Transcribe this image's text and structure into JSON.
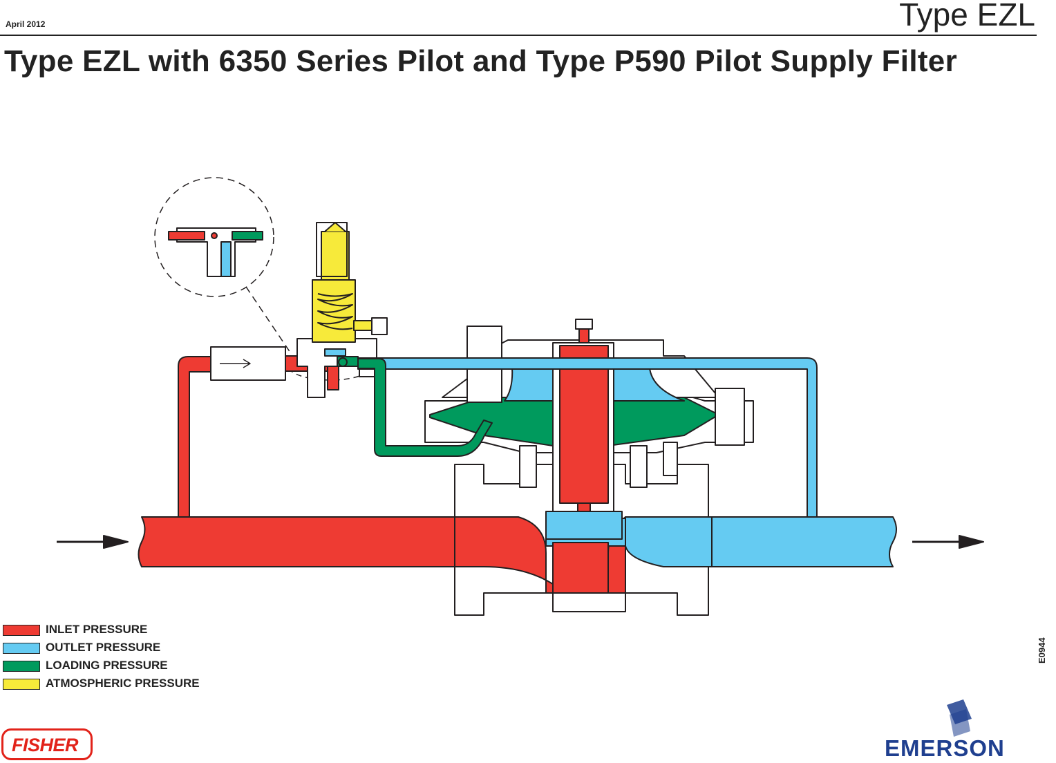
{
  "header": {
    "date": "April 2012",
    "product": "Type EZL",
    "title": "Type EZL with 6350 Series Pilot and Type P590 Pilot Supply Filter"
  },
  "legend": [
    {
      "label": "INLET PRESSURE",
      "color": "#ee3b33"
    },
    {
      "label": "OUTLET PRESSURE",
      "color": "#65cbf2"
    },
    {
      "label": "LOADING PRESSURE",
      "color": "#009a5d"
    },
    {
      "label": "ATMOSPHERIC PRESSURE",
      "color": "#f7ea3a"
    }
  ],
  "figure_code": "E0944",
  "logos": {
    "left": "FISHER",
    "right": "EMERSON"
  },
  "colors": {
    "inlet": "#ee3b33",
    "outlet": "#65cbf2",
    "loading": "#009a5d",
    "atmospheric": "#f7ea3a",
    "body": "#ffffff",
    "stroke": "#231f20"
  },
  "icons": [
    "flow-arrow-icon",
    "fisher-logo",
    "emerson-logo"
  ]
}
